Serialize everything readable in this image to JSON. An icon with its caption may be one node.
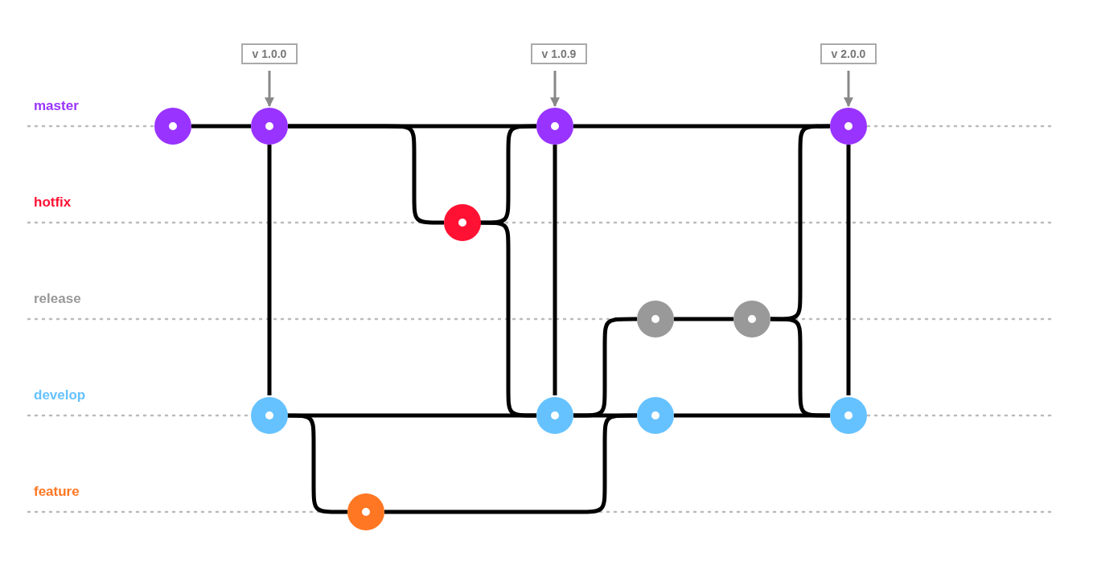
{
  "diagram": {
    "nodes": [
      {
        "text": [],
        "shape": "circle"
      },
      {
        "text": [],
        "shape": "circle"
      },
      {
        "text": [],
        "shape": "circle"
      },
      {
        "text": [],
        "shape": "circle"
      },
      {
        "text": [],
        "shape": "circle"
      },
      {
        "text": [],
        "shape": "circle"
      },
      {
        "text": [],
        "shape": "circle"
      },
      {
        "text": [],
        "shape": "circle"
      },
      {
        "text": [],
        "shape": "circle"
      },
      {
        "text": [],
        "shape": "circle"
      },
      {
        "text": [],
        "shape": "circle"
      },
      {
        "text": [],
        "shape": "circle"
      },
      {
        "text": [
          "v 1.0.0"
        ]
      },
      {
        "text": [
          "v 1.0.9"
        ]
      },
      {
        "text": [
          "v 2.0.0"
        ]
      }
    ],
    "edges": [
      {
        "from": 0,
        "to": 1,
        "arrow": "none"
      },
      {
        "from": 1,
        "to": 2,
        "arrow": "none"
      },
      {
        "from": 1,
        "to": 4,
        "arrow": "none"
      },
      {
        "from": 4,
        "to": 2,
        "arrow": "none"
      },
      {
        "from": 4,
        "to": 8,
        "arrow": "none"
      },
      {
        "from": 1,
        "to": 7,
        "arrow": "none"
      },
      {
        "from": 2,
        "to": 8,
        "arrow": "none"
      },
      {
        "from": 2,
        "to": 3,
        "arrow": "none"
      },
      {
        "from": 7,
        "to": 8,
        "arrow": "none"
      },
      {
        "from": 7,
        "to": 11,
        "arrow": "none"
      },
      {
        "from": 11,
        "to": 9,
        "arrow": "none"
      },
      {
        "from": 8,
        "to": 9,
        "arrow": "none"
      },
      {
        "from": 8,
        "to": 5,
        "arrow": "none"
      },
      {
        "from": 5,
        "to": 6,
        "arrow": "none"
      },
      {
        "from": 6,
        "to": 3,
        "arrow": "none"
      },
      {
        "from": 6,
        "to": 10,
        "arrow": "none"
      },
      {
        "from": 3,
        "to": 10,
        "arrow": "none"
      },
      {
        "from": 9,
        "to": 10,
        "arrow": "none"
      },
      {
        "from": 12,
        "to": 1,
        "arrow": "to",
        "color": "#888888"
      },
      {
        "from": 13,
        "to": 2,
        "arrow": "to",
        "color": "#888888"
      },
      {
        "from": 14,
        "to": 3,
        "arrow": "to",
        "color": "#888888"
      }
    ],
    "labels": [
      "master",
      "hotfix",
      "release",
      "develop",
      "feature"
    ]
  }
}
